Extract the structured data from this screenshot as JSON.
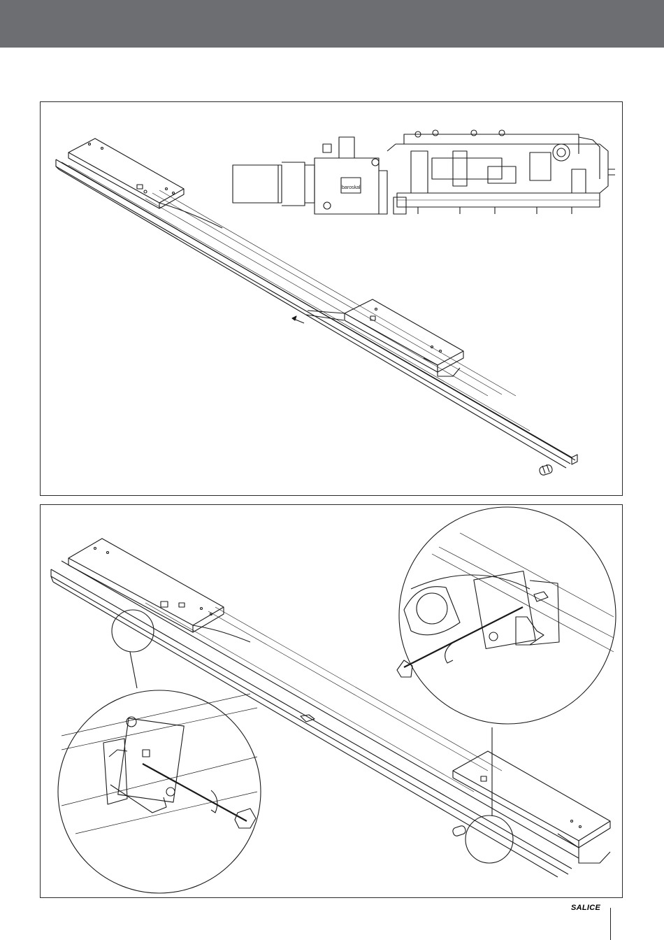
{
  "page": {
    "header_band_color": "#6d6e72",
    "line_color": "#1a1a1a"
  },
  "figures": [
    {
      "name": "track-with-motor-cross-section",
      "lettering": "baroskal"
    },
    {
      "name": "track-end-adjustment-detail-views"
    }
  ],
  "footer": {
    "brand": "SALICE"
  }
}
